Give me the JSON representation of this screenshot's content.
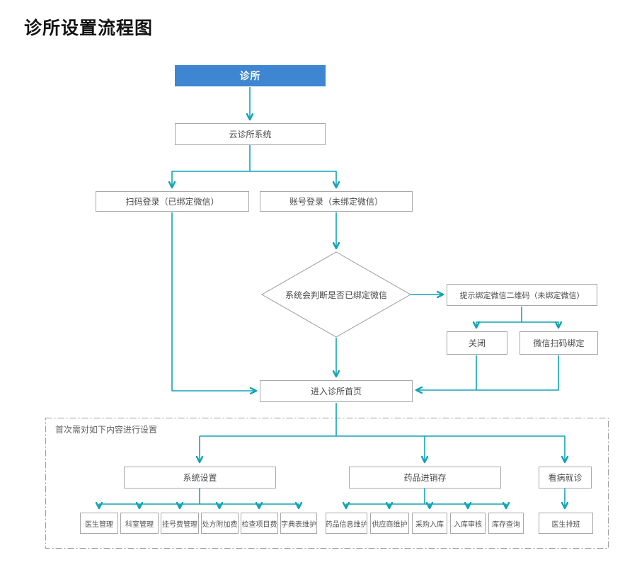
{
  "page": {
    "title": "诊所设置流程图"
  },
  "colors": {
    "accent_blue": "#3e86d2",
    "connector_teal": "#13a3b6",
    "box_border": "#a8a8a8"
  },
  "flowchart": {
    "nodes": {
      "clinic": "诊所",
      "cloud_system": "云诊所系统",
      "scan_login": "扫码登录（已绑定微信）",
      "account_login": "账号登录（未绑定微信）",
      "judge_wechat_bound": "系统会判断是否已绑定微信",
      "bind_qr_prompt": "提示绑定微信二维码（未绑定微信）",
      "close": "关闭",
      "wechat_scan_bind": "微信扫码绑定",
      "enter_homepage": "进入诊所首页"
    },
    "setup_section": {
      "label": "首次需对如下内容进行设置",
      "groups": [
        {
          "header": "系统设置",
          "items": [
            "医生管理",
            "科室管理",
            "挂号费管理",
            "处方附加费",
            "检查项目费",
            "字典表维护"
          ]
        },
        {
          "header": "药品进销存",
          "items": [
            "药品信息维护",
            "供应商维护",
            "采购入库",
            "入库审核",
            "库存查询"
          ]
        },
        {
          "header": "看病就诊",
          "items": [
            "医生排班"
          ]
        }
      ]
    }
  }
}
